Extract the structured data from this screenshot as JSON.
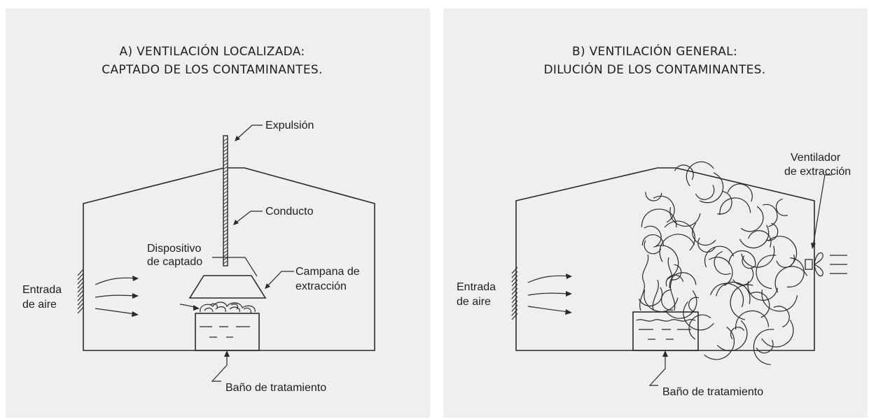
{
  "panel_a": {
    "title_line1": "A) VENTILACIÓN LOCALIZADA:",
    "title_line2": "CAPTADO DE LOS CONTAMINANTES.",
    "label_expulsion": "Expulsión",
    "label_conducto": "Conducto",
    "label_dispositivo_1": "Dispositivo",
    "label_dispositivo_2": "de captado",
    "label_campana_1": "Campana de",
    "label_campana_2": "extracción",
    "label_entrada_1": "Entrada",
    "label_entrada_2": "de aire",
    "label_bano": "Baño de tratamiento"
  },
  "panel_b": {
    "title_line1": "B) VENTILACIÓN GENERAL:",
    "title_line2": "DILUCIÓN DE LOS CONTAMINANTES.",
    "label_ventilador_1": "Ventilador",
    "label_ventilador_2": "de extracción",
    "label_entrada_1": "Entrada",
    "label_entrada_2": "de aire",
    "label_bano": "Baño de tratamiento"
  },
  "colors": {
    "background": "#efefef",
    "line": "#2a2a2a",
    "text": "#1e1e1e"
  }
}
